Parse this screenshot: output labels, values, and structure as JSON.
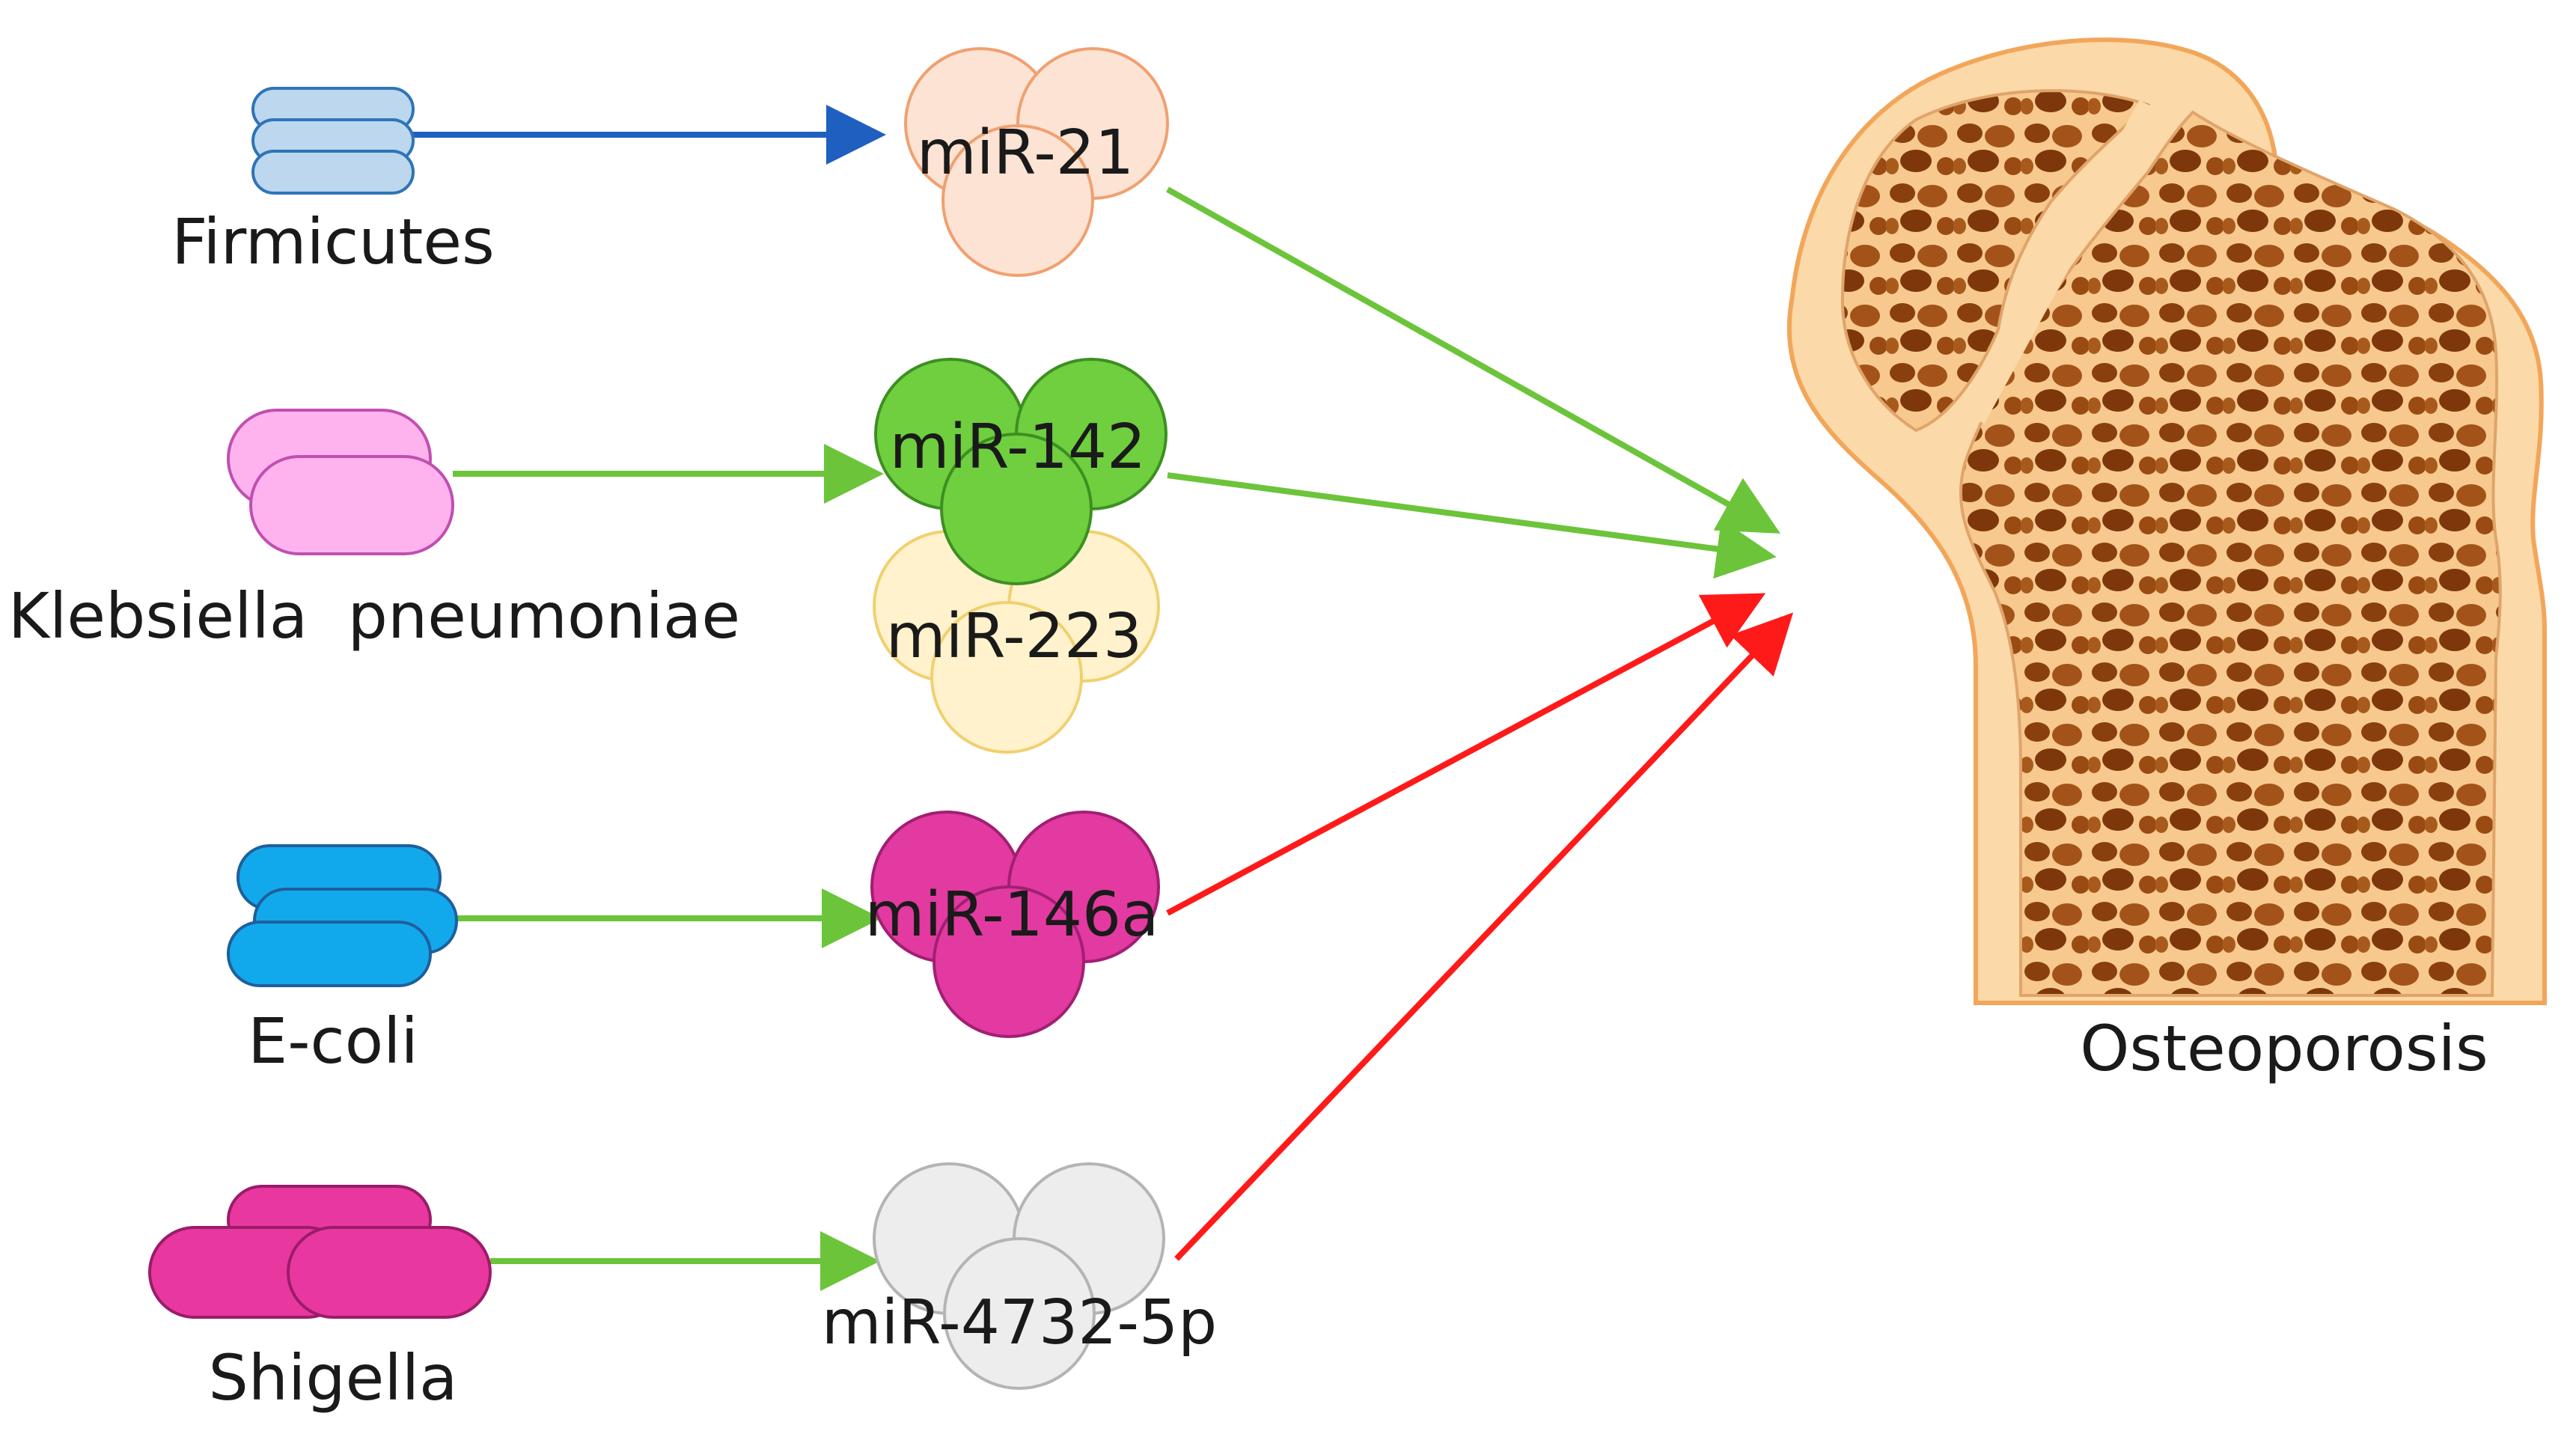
{
  "bacteria": [
    {
      "id": "firmicutes",
      "label": "Firmicutes",
      "color": "#bdd7ee",
      "stroke": "#2e75b6"
    },
    {
      "id": "klebsiella",
      "label": "Klebsiella  pneumoniae",
      "color": "#ffb3ee",
      "stroke": "#c04fb0"
    },
    {
      "id": "ecoli",
      "label": "E-coli",
      "color": "#12a9ec",
      "stroke": "#1f5f9c"
    },
    {
      "id": "shigella",
      "label": "Shigella",
      "color": "#e8389f",
      "stroke": "#9b1c6a"
    }
  ],
  "mirnas": [
    {
      "id": "mir21",
      "label": "miR-21",
      "fill": "#fde3d4",
      "stroke": "#f0a070"
    },
    {
      "id": "mir142",
      "label": "miR-142",
      "fill": "#6fcf3f",
      "stroke": "#3d8f21"
    },
    {
      "id": "mir223",
      "label": "miR-223",
      "fill": "#fff2cc",
      "stroke": "#f0d070"
    },
    {
      "id": "mir146a",
      "label": "miR-146a",
      "fill": "#e23aa0",
      "stroke": "#a11f72"
    },
    {
      "id": "mir4732",
      "label": "miR-4732-5p",
      "fill": "#ededed",
      "stroke": "#b4b4b4"
    }
  ],
  "outcome": {
    "label": "Osteoporosis"
  },
  "colors": {
    "arrow_blue": "#1f5fbf",
    "arrow_green": "#6cc43a",
    "arrow_red": "#ff1a1a",
    "bone_outer": "#fbd9a8",
    "bone_edge": "#f2a65a",
    "bone_inner": "#9a4a13"
  }
}
